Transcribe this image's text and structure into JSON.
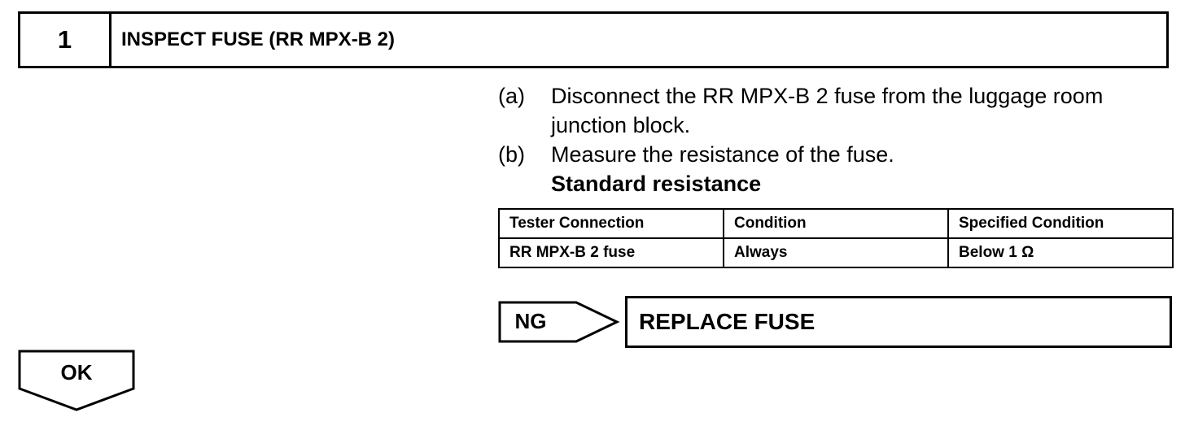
{
  "step": {
    "number": "1",
    "title": "INSPECT FUSE (RR MPX-B 2)"
  },
  "instructions": [
    {
      "letter": "(a)",
      "text": "Disconnect the RR MPX-B 2 fuse from the luggage room junction block."
    },
    {
      "letter": "(b)",
      "text": "Measure the resistance of the fuse."
    }
  ],
  "standard_label": "Standard resistance",
  "spec_table": {
    "headers": [
      "Tester Connection",
      "Condition",
      "Specified Condition"
    ],
    "rows": [
      [
        "RR MPX-B 2 fuse",
        "Always",
        "Below 1 Ω"
      ]
    ]
  },
  "ng": {
    "label": "NG",
    "action": "REPLACE FUSE"
  },
  "ok": {
    "label": "OK"
  }
}
